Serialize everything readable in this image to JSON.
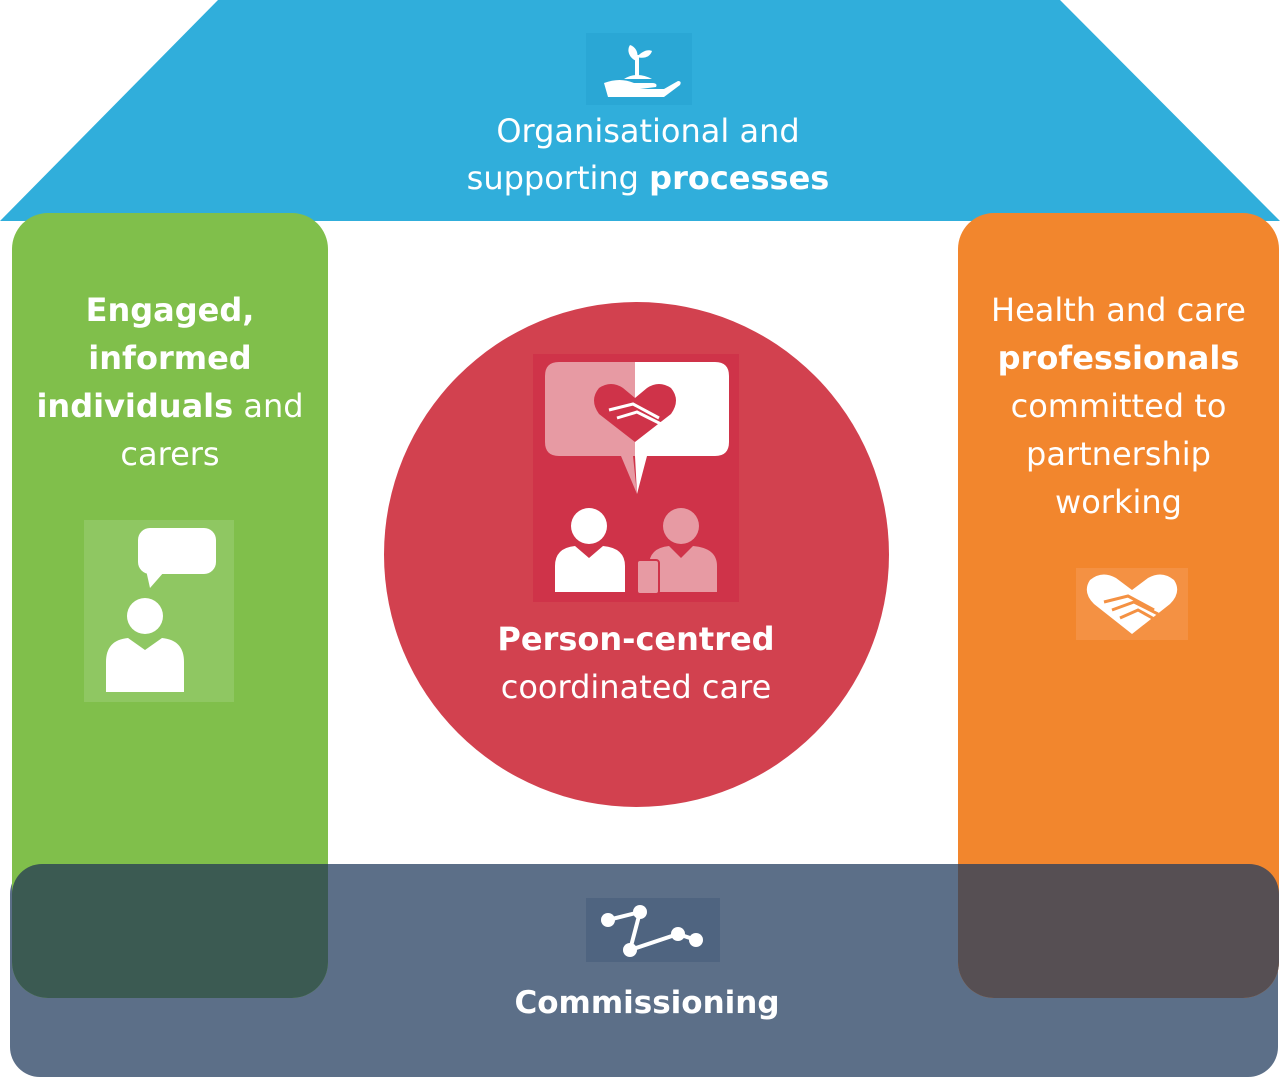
{
  "roof": {
    "line1": "Organisational and",
    "line2_pre": "supporting ",
    "line2_bold": "processes",
    "icon": "hand-with-seedling-icon",
    "color": "#30aedb"
  },
  "left_pillar": {
    "line1_bold": "Engaged,",
    "line2_bold": "informed",
    "line3_bold": "individuals",
    "line3_rest": " and",
    "line4": "carers",
    "icon": "person-speech-bubble-icon",
    "color": "#80bf4b"
  },
  "right_pillar": {
    "line1": "Health and care",
    "line2_bold": "professionals",
    "line3": "committed to",
    "line4": "partnership",
    "line5": "working",
    "icon": "handshake-heart-icon",
    "color": "#f2862d"
  },
  "center": {
    "line1_bold": "Person-centred",
    "line2": "coordinated care",
    "icon": "patient-professional-handshake-icon",
    "color": "#d2414f"
  },
  "base": {
    "label": "Commissioning",
    "icon": "network-nodes-icon",
    "color": "#5c6f88"
  }
}
